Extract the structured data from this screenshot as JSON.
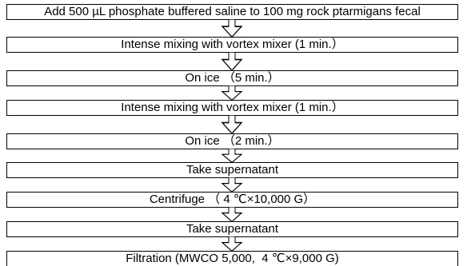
{
  "flowchart": {
    "steps": [
      {
        "label": "Add 500 µL phosphate buffered saline to 100 mg rock ptarmigans fecal"
      },
      {
        "label": "Intense mixing with vortex mixer (1 min.）"
      },
      {
        "label": "On ice （5 min.）"
      },
      {
        "label": "Intense mixing with vortex mixer (1 min.）"
      },
      {
        "label": "On ice （2 min.）"
      },
      {
        "label": "Take supernatant"
      },
      {
        "label": "Centrifuge （ 4 ℃×10,000 G）"
      },
      {
        "label": "Take supernatant"
      },
      {
        "label": "Filtration (MWCO 5,000,  4 ℃×9,000 G)"
      }
    ],
    "arrow_icon": "hollow-down-arrow-icon",
    "colors": {
      "border": "#000000",
      "background": "#ffffff",
      "text": "#000000"
    }
  }
}
